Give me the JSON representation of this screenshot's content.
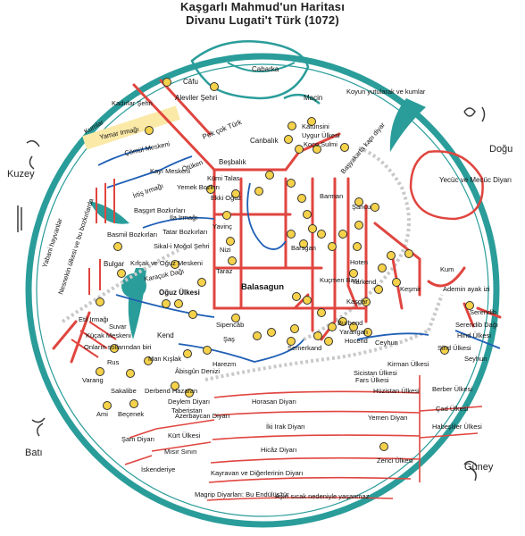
{
  "title_line1": "Kaşgarlı Mahmud'un Haritası",
  "title_line2": "Divanu Lugati't Türk  (1072)",
  "directions": {
    "north": "Kuzey",
    "east": "Doğu",
    "south": "Güney",
    "west": "Batı"
  },
  "colors": {
    "ring": "#2a9d9a",
    "road": "#e0453f",
    "river": "#1f5fb5",
    "dot": "#f5d24a",
    "highlight": "#fbe9a8"
  },
  "places": {
    "cabarka": "Cabarka",
    "cafu": "Câfu",
    "aleviler": "Aleviler Şehri",
    "macin": "Maçin",
    "katunsini": "Katunsini",
    "uygur": "Uygur Ülkesi",
    "koco": "Koço Sulmi",
    "canbalik": "Canbalık",
    "besbalik": "Beşbalık",
    "pekcok": "Pek çok Türk",
    "kadirlar": "Kadırlar Şehri",
    "kumlar": "Kumlar",
    "yamar": "Yamar Irmağı",
    "comul": "Çömül Meskeni",
    "kayi": "Kayı Meskeni",
    "otuken": "Ötüken",
    "yemek": "Yemek Bozkırı",
    "irtis": "İrtiş Irmağı",
    "basgirt": "Başgırt Bozkırları",
    "ila": "İla Irmağı",
    "basmil": "Basmil Bozkırları",
    "tatar": "Tatar Bozkırları",
    "sikal": "Sikal-i Moğol Şehri",
    "kipcak": "Kıfçak ve Oğuz Meskeni",
    "karacuk": "Karaçuk Dağı",
    "oguz": "Oğuz Ülkesi",
    "bulgar": "Bulgar",
    "yabani": "Yabani hayvanlar",
    "etil": "Etil Irmağı",
    "suvar": "Suvar",
    "kucak": "Küçak Meskeni",
    "onlarin": "Onların sollarından biri",
    "rus": "Rus",
    "kend": "Kend",
    "mankislak": "Man Kışlak",
    "abisgun": "Âbisgûn Denizi",
    "harezm": "Harezm",
    "varang": "Varang",
    "sakalibe": "Sakalibe",
    "derbend": "Derbend Hazaran",
    "ami": "Ami",
    "becenek": "Beçenek",
    "kumi": "Kümi Talas",
    "ekki": "Ekki Oğuz",
    "yavinc": "Yavinç",
    "nizi": "Nizi",
    "taraz": "Taraz",
    "balasagun": "Balasagun",
    "sipencab": "Sipencâb",
    "sas": "Şaş",
    "barman": "Barman",
    "barsgan": "Barsgan",
    "kugmen": "Kuçmen Başı",
    "sancu": "Şancu",
    "hoten": "Hoten",
    "yarkend": "Yarkend",
    "kasgar": "Kaşgar",
    "kesmir": "Keşmir",
    "semerkand": "Semerkand",
    "ceyhun": "Ceyhun",
    "yecuc": "Yecüc ve Mecüc Diyarı",
    "kum": "Kum",
    "adem": "Ademin ayak izi",
    "serendib": "Serendib",
    "serendibdagi": "Serendib Dağı",
    "hind": "Hind Ülkesi",
    "seyhun": "Seyhun",
    "sind": "Sind Ülkesi",
    "kirman": "Kirman Ülkesi",
    "sicistan": "Sicistan Ülkesi",
    "fars": "Fars Ülkesi",
    "huzistan": "Hüzistan Ülkesi",
    "berber": "Berber Ülkesi",
    "cad": "Çad Ülkesi",
    "yemen": "Yemen Diyarı",
    "habesler": "Habeşliler Ülkesi",
    "zenci": "Zenci Ülkesi",
    "horasan": "Horasan Diyarı",
    "irak": "İki Irak Diyarı",
    "hicaz": "Hicâz Diyarı",
    "kurt": "Kürt Ülkesi",
    "misir": "Mısır Sınırı",
    "sam": "Şam Diyarı",
    "iskenderiye": "İskenderiye",
    "kayravan": "Kayravan ve Diğerlerinin Diyarı",
    "magrip": "Magrip Diyarları: Bu Endülüs'tür",
    "asiri": "Aşırı sıcak nedeniyle yaşanmaz",
    "deylem": "Deylem Diyarı",
    "taberistan": "Taberistan",
    "azerbaycan": "Azerbaycan Diyarı",
    "yuntulark": "Koyun yutularak ve kumlar",
    "basyakarta": "Başyakarta kapı diyar",
    "yarangan": "Yarangan",
    "burbend": "Burbend",
    "hocend": "Hocend",
    "nesnekin": "Nesnekin ülkesi ve bu bozkırlarda"
  }
}
